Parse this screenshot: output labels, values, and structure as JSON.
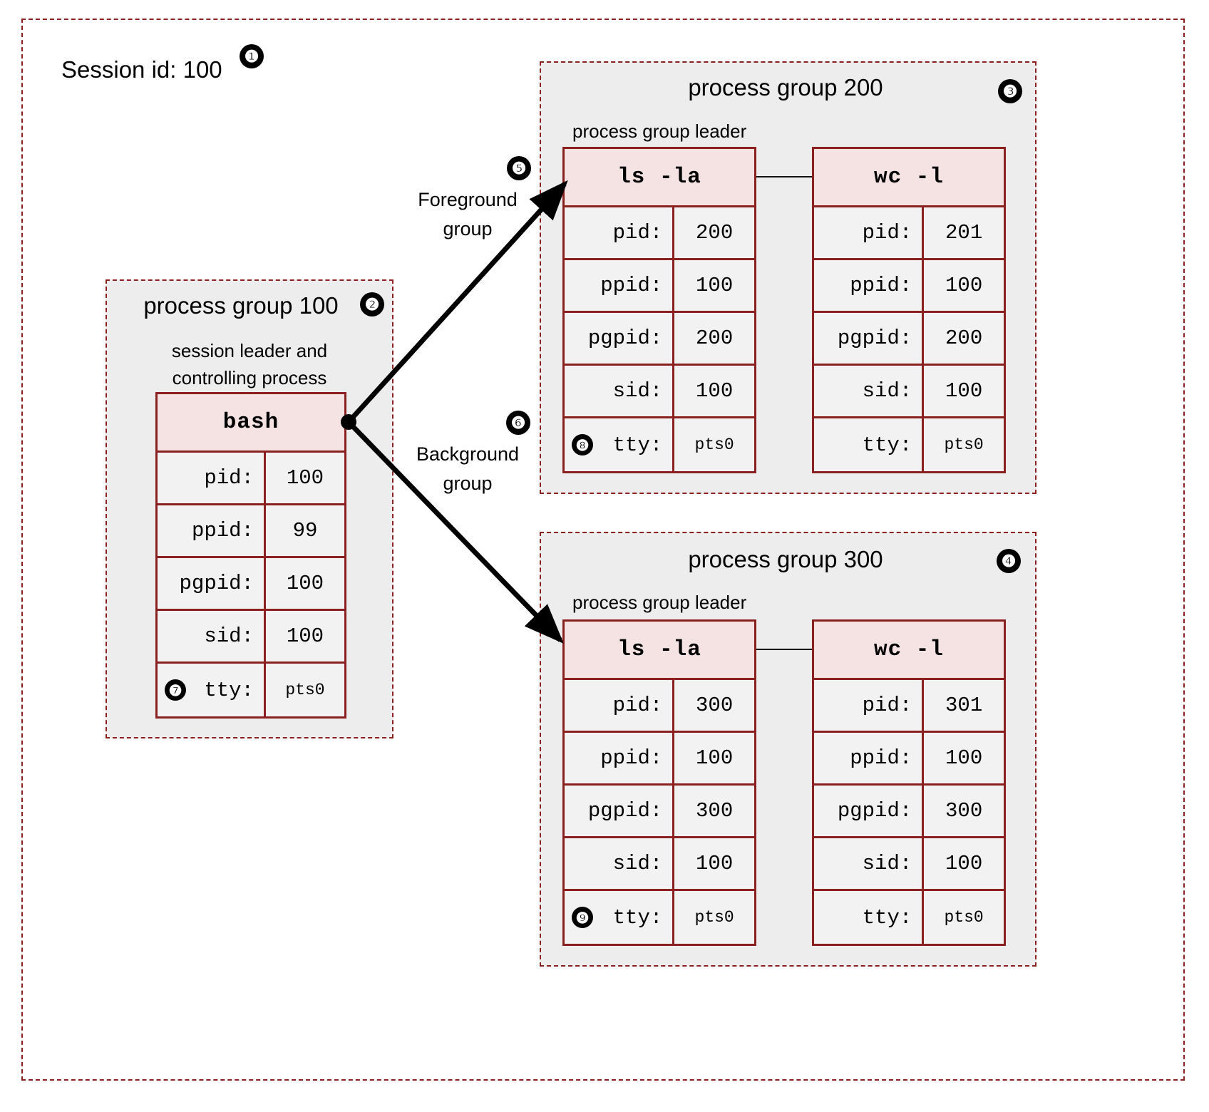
{
  "session": {
    "label": "Session id: 100",
    "badge": "❶"
  },
  "arrows": {
    "foreground": {
      "label": "Foreground\ngroup",
      "badge": "❺"
    },
    "background": {
      "label": "Background\ngroup",
      "badge": "❻"
    }
  },
  "groups": [
    {
      "id": "pg100",
      "title": "process group 100",
      "badge": "❷",
      "subtitle": "session leader and\ncontrolling process",
      "processes": [
        {
          "name": "bash",
          "rows": [
            {
              "key": "pid:",
              "value": "100"
            },
            {
              "key": "ppid:",
              "value": "99"
            },
            {
              "key": "pgpid:",
              "value": "100"
            },
            {
              "key": "sid:",
              "value": "100"
            },
            {
              "key": "tty:",
              "value": "pts0",
              "badge": "❼"
            }
          ]
        }
      ]
    },
    {
      "id": "pg200",
      "title": "process group 200",
      "badge": "❸",
      "subtitle": "process group leader",
      "processes": [
        {
          "name": "ls -la",
          "rows": [
            {
              "key": "pid:",
              "value": "200"
            },
            {
              "key": "ppid:",
              "value": "100"
            },
            {
              "key": "pgpid:",
              "value": "200"
            },
            {
              "key": "sid:",
              "value": "100"
            },
            {
              "key": "tty:",
              "value": "pts0",
              "badge": "❽"
            }
          ]
        },
        {
          "name": "wc -l",
          "rows": [
            {
              "key": "pid:",
              "value": "201"
            },
            {
              "key": "ppid:",
              "value": "100"
            },
            {
              "key": "pgpid:",
              "value": "200"
            },
            {
              "key": "sid:",
              "value": "100"
            },
            {
              "key": "tty:",
              "value": "pts0"
            }
          ]
        }
      ]
    },
    {
      "id": "pg300",
      "title": "process group 300",
      "badge": "❹",
      "subtitle": "process group leader",
      "processes": [
        {
          "name": "ls -la",
          "rows": [
            {
              "key": "pid:",
              "value": "300"
            },
            {
              "key": "ppid:",
              "value": "100"
            },
            {
              "key": "pgpid:",
              "value": "300"
            },
            {
              "key": "sid:",
              "value": "100"
            },
            {
              "key": "tty:",
              "value": "pts0",
              "badge": "❾"
            }
          ]
        },
        {
          "name": "wc -l",
          "rows": [
            {
              "key": "pid:",
              "value": "301"
            },
            {
              "key": "ppid:",
              "value": "100"
            },
            {
              "key": "pgpid:",
              "value": "300"
            },
            {
              "key": "sid:",
              "value": "100"
            },
            {
              "key": "tty:",
              "value": "pts0"
            }
          ]
        }
      ]
    }
  ],
  "colors": {
    "dashed_border": "#8b2020",
    "group_fill": "#ededed",
    "table_border": "#8b2020",
    "header_fill": "#f5e3e3",
    "cell_fill": "#f2f2f2",
    "arrow": "#000000"
  }
}
